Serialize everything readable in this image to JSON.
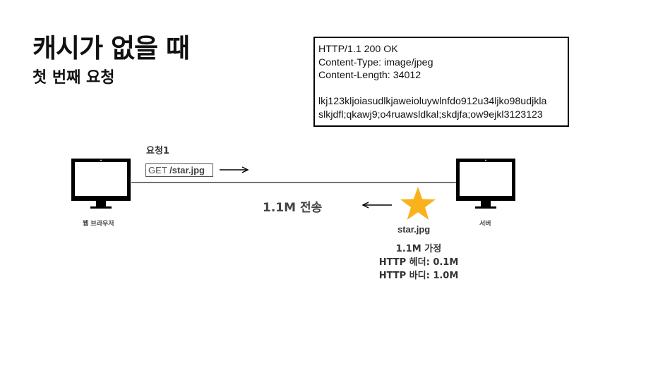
{
  "title": "캐시가 없을 때",
  "subtitle": "첫 번째 요청",
  "response": {
    "lines": [
      "HTTP/1.1 200 OK",
      "Content-Type: image/jpeg",
      "Content-Length: 34012",
      "lkj123kljoiasudlkjaweioluywlnfdo912u34ljko98udjkla",
      "slkjdfl;qkawj9;o4ruawsldkal;skdjfa;ow9ejkl3123123"
    ]
  },
  "request": {
    "label": "요청1",
    "method": "GET",
    "path": "/star.jpg"
  },
  "transfer_label": "1.1M 전송",
  "client_label": "웹 브라우저",
  "server_label": "서버",
  "file_label": "star.jpg",
  "assumptions": [
    "1.1M 가정",
    "HTTP 헤더: 0.1M",
    "HTTP 바디: 1.0M"
  ],
  "colors": {
    "star": "#f9b21b",
    "monitor": "#000000"
  },
  "icons": {
    "client": "monitor-icon",
    "server": "monitor-icon",
    "file": "star-icon"
  }
}
